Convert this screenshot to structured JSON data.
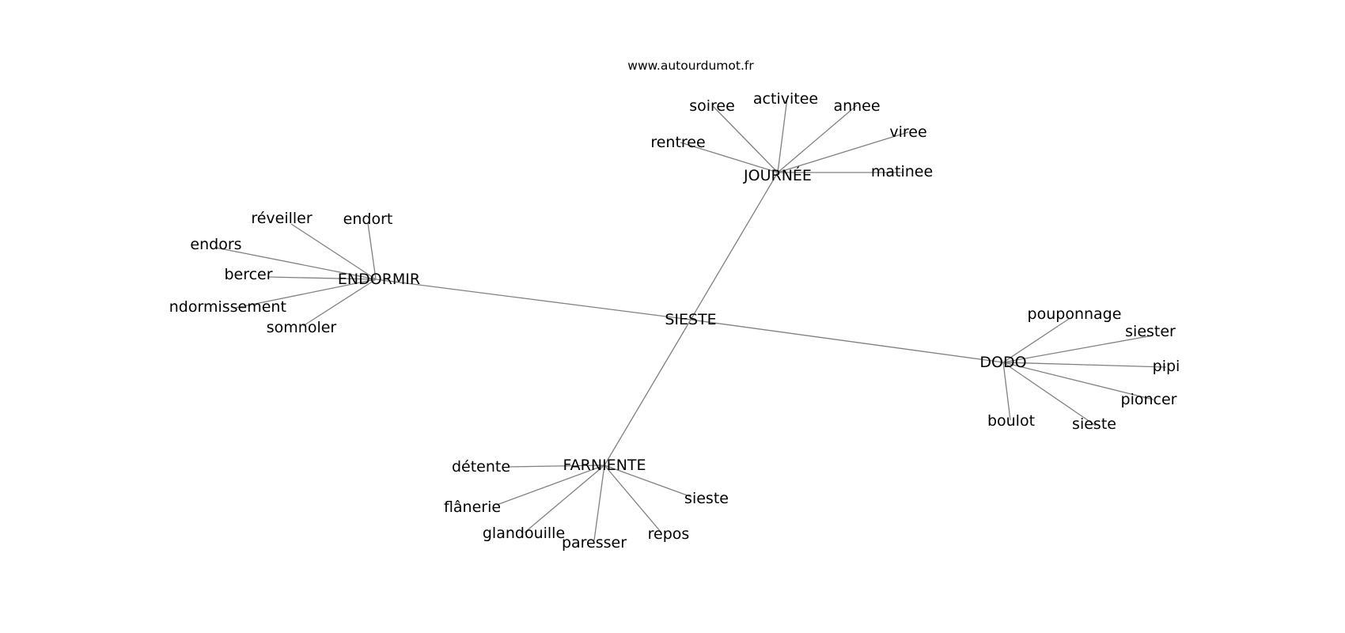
{
  "watermark": "www.autourdumot.fr",
  "graph": {
    "center": "SIESTE",
    "hubs": [
      {
        "id": "journee",
        "label": "JOURNÉE",
        "words": [
          "soiree",
          "activitee",
          "annee",
          "rentree",
          "viree",
          "matinee"
        ]
      },
      {
        "id": "endormir",
        "label": "ENDORMIR",
        "words": [
          "réveiller",
          "endort",
          "endors",
          "bercer",
          "endormissement",
          "somnoler"
        ]
      },
      {
        "id": "dodo",
        "label": "DODO",
        "words": [
          "pouponnage",
          "siester",
          "pipi",
          "pioncer",
          "boulot",
          "sieste"
        ]
      },
      {
        "id": "farniente",
        "label": "FARNIENTE",
        "words": [
          "détente",
          "flânerie",
          "glandouille",
          "paresser",
          "repos",
          "sieste"
        ]
      }
    ]
  }
}
